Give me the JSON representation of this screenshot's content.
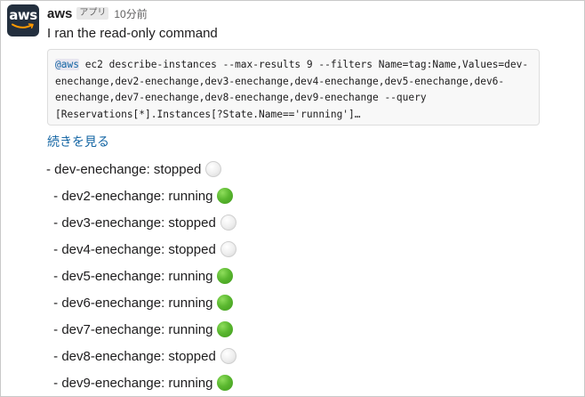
{
  "message": {
    "avatar_text": "aws",
    "sender": "aws",
    "badge": "アプリ",
    "timestamp": "10分前",
    "text": "I ran the read-only command",
    "code": {
      "mention": "@aws",
      "lines": [
        " ec2 describe-instances --max-results 9 --filters Name=tag:Name,Values=dev-",
        "enechange,dev2-enechange,dev3-enechange,dev4-enechange,dev5-enechange,dev6-",
        "enechange,dev7-enechange,dev8-enechange,dev9-enechange --query",
        "[Reservations[*].Instances[?State.Name=='running']…"
      ]
    },
    "show_more": "続きを見る"
  },
  "instances": [
    {
      "label": "- dev-enechange: stopped",
      "status": "stopped"
    },
    {
      "label": " - dev2-enechange: running",
      "status": "running"
    },
    {
      "label": " - dev3-enechange: stopped",
      "status": "stopped"
    },
    {
      "label": " - dev4-enechange: stopped",
      "status": "stopped"
    },
    {
      "label": " - dev5-enechange: running",
      "status": "running"
    },
    {
      "label": " - dev6-enechange: running",
      "status": "running"
    },
    {
      "label": " - dev7-enechange: running",
      "status": "running"
    },
    {
      "label": " - dev8-enechange: stopped",
      "status": "stopped"
    },
    {
      "label": " - dev9-enechange: running",
      "status": "running"
    }
  ],
  "colors": {
    "link": "#1264a3",
    "avatar_bg": "#232f3e",
    "aws_smile": "#ff9900",
    "running": "#5bb830",
    "stopped": "#eeeeee"
  }
}
